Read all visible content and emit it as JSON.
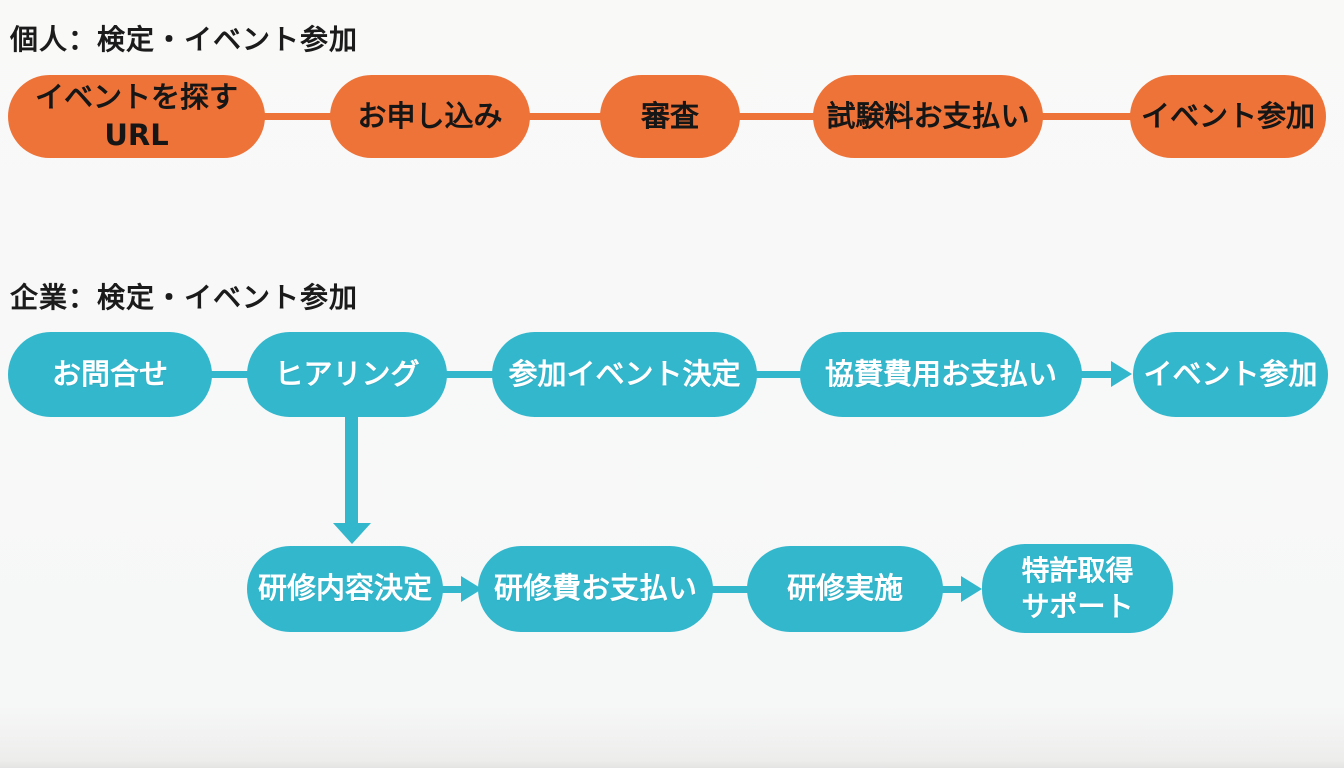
{
  "palette": {
    "orange": "#ee7339",
    "teal": "#33b7cd",
    "heading_text": "#1b1b1b",
    "orange_pill_text": "#161616",
    "teal_pill_text": "#ffffff",
    "background": "#f7f8f7"
  },
  "individual_flow": {
    "heading": "個人：検定・イベント参加",
    "nodes": [
      {
        "label": "イベントを探す",
        "label2": "URL"
      },
      {
        "label": "お申し込み"
      },
      {
        "label": "審査"
      },
      {
        "label": "試験料お支払い"
      },
      {
        "label": "イベント参加"
      }
    ]
  },
  "corporate_flow": {
    "heading": "企業：検定・イベント参加",
    "row1": [
      {
        "label": "お問合せ"
      },
      {
        "label": "ヒアリング"
      },
      {
        "label": "参加イベント決定"
      },
      {
        "label": "協賛費用お支払い"
      },
      {
        "label": "イベント参加"
      }
    ],
    "row2": [
      {
        "label": "研修内容決定"
      },
      {
        "label": "研修費お支払い"
      },
      {
        "label": "研修実施"
      },
      {
        "label": "特許取得",
        "label2": "サポート"
      }
    ]
  }
}
